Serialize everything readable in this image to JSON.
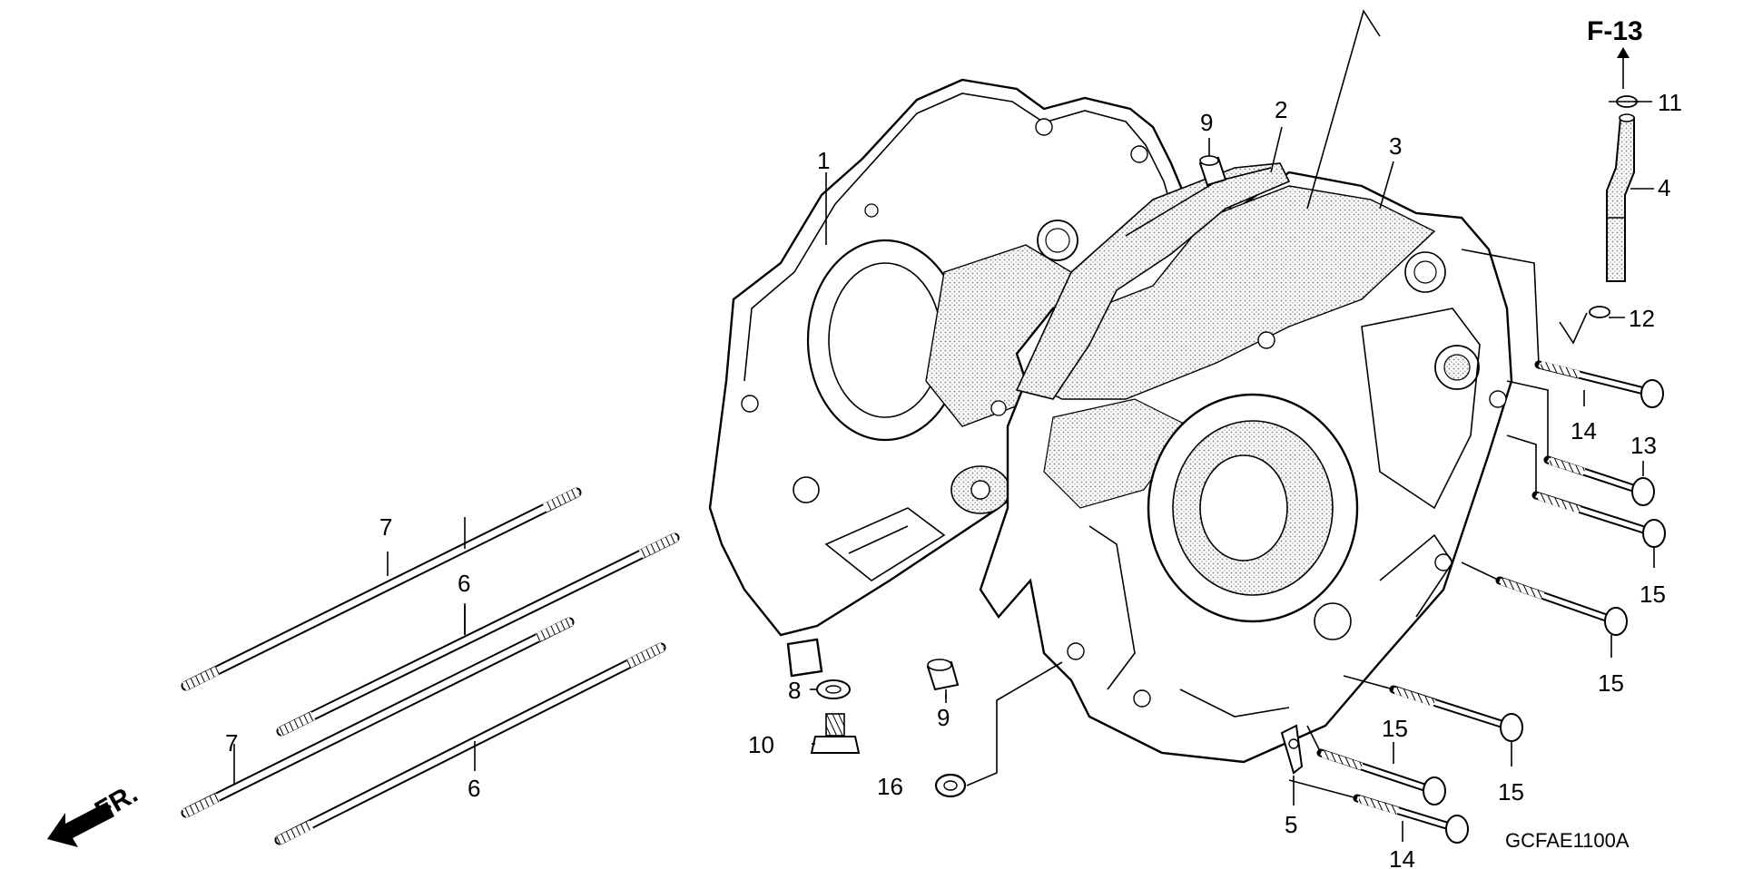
{
  "reference": "F-13",
  "front_marker": "FR.",
  "diagram_code": "GCFAE1100A",
  "callouts": {
    "c1": "1",
    "c2": "2",
    "c3": "3",
    "c4": "4",
    "c5": "5",
    "c6a": "6",
    "c6b": "6",
    "c7a": "7",
    "c7b": "7",
    "c8": "8",
    "c9a": "9",
    "c9b": "9",
    "c10": "10",
    "c11": "11",
    "c12": "12",
    "c13": "13",
    "c14a": "14",
    "c14b": "14",
    "c15a": "15",
    "c15b": "15",
    "c15c": "15",
    "c15d": "15",
    "c16": "16"
  },
  "colors": {
    "line": "#000000",
    "background": "#ffffff",
    "shading": "#b0b0b0"
  }
}
